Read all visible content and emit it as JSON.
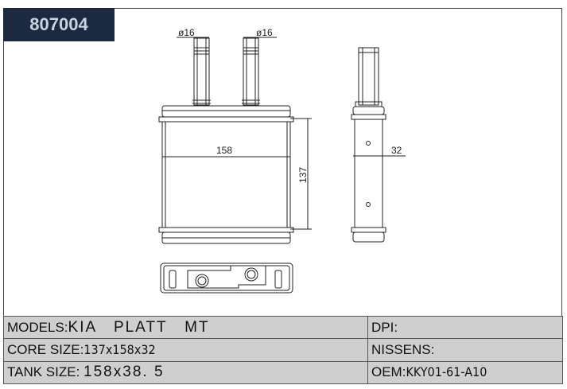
{
  "part_number": "807004",
  "drawing": {
    "front": {
      "pipe_left_dia": "ø16",
      "pipe_right_dia": "ø16",
      "width_dim": "158",
      "height_dim": "137"
    },
    "side": {
      "depth_dim": "32"
    }
  },
  "specs": {
    "models_label": "MODELS:",
    "models_value": "KIA   PLATT   MT",
    "core_label": "CORE SIZE:",
    "core_value": "137x158x32",
    "tank_label": "TANK SIZE:",
    "tank_value": "158x38. 5",
    "dpi_label": "DPI:",
    "dpi_value": "",
    "nissens_label": "NISSENS:",
    "nissens_value": "",
    "oem_label": "OEM:",
    "oem_value": "KKY01-61-A10"
  }
}
